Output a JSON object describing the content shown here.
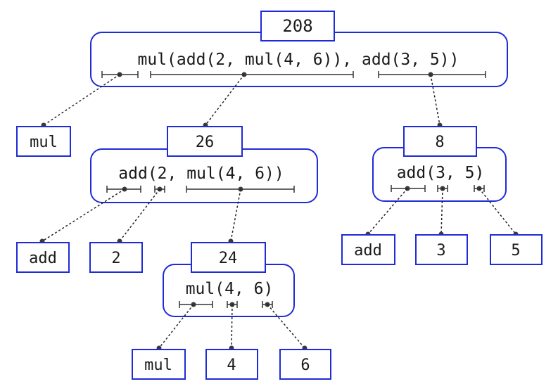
{
  "colors": {
    "box_stroke": "#1f2bd6",
    "line": "#333333",
    "text": "#1a1a1a",
    "background": "#ffffff"
  },
  "nodes": {
    "root": {
      "value": "208",
      "expr": "mul(add(2, mul(4, 6)), add(3, 5))"
    },
    "add_a": {
      "value": "26",
      "expr": "add(2, mul(4, 6))"
    },
    "add_b": {
      "value": "8",
      "expr": "add(3, 5)"
    },
    "mul_in": {
      "value": "24",
      "expr": "mul(4, 6)"
    }
  },
  "leaves": {
    "mul_top": "mul",
    "add_left": "add",
    "two": "2",
    "add_right": "add",
    "three": "3",
    "five": "5",
    "mul_bottom": "mul",
    "four": "4",
    "six": "6"
  }
}
